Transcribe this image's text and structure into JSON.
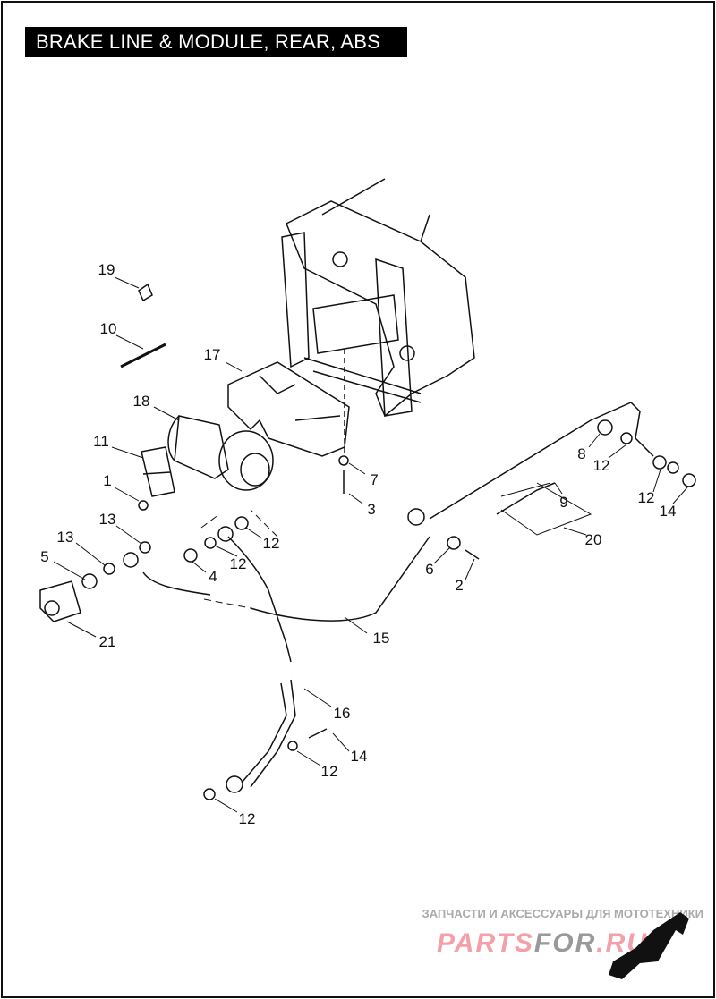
{
  "title": "BRAKE LINE & MODULE, REAR, ABS",
  "callouts": [
    "19",
    "10",
    "17",
    "18",
    "11",
    "1",
    "13",
    "13",
    "5",
    "21",
    "4",
    "12",
    "12",
    "7",
    "3",
    "8",
    "12",
    "12",
    "14",
    "9",
    "20",
    "6",
    "2",
    "15",
    "16",
    "14",
    "12",
    "12"
  ],
  "watermark": {
    "tagline": "ЗАПЧАСТИ И АКСЕССУАРЫ ДЛЯ МОТОТЕХНИКИ",
    "brand_a": "PARTS",
    "brand_b": "FOR",
    "brand_c": ".RU"
  }
}
